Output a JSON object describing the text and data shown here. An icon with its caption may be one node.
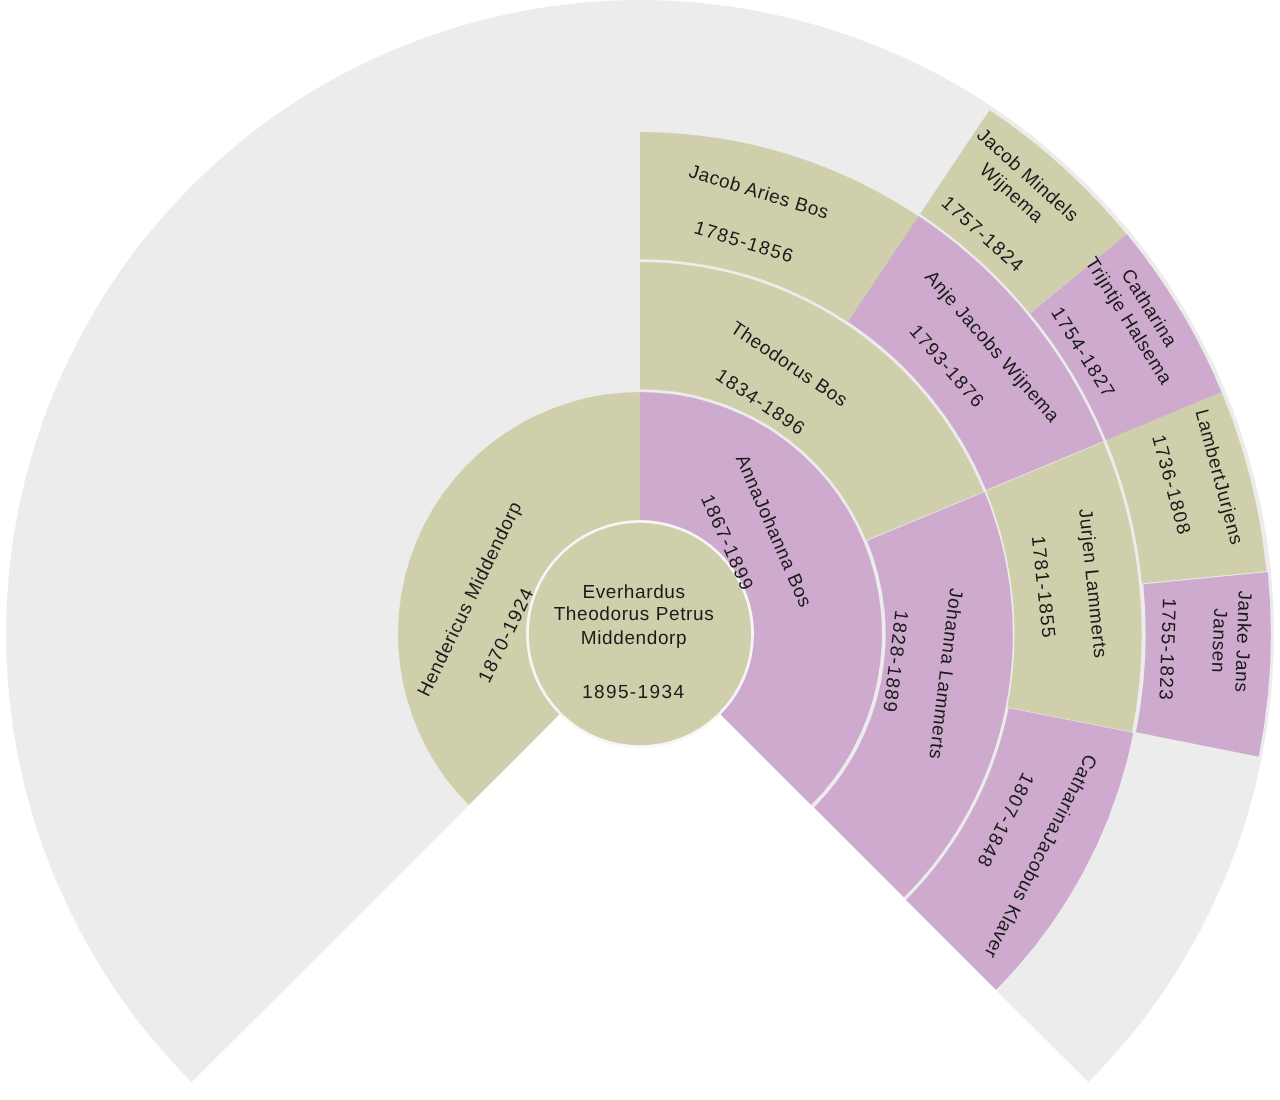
{
  "diagram": {
    "nodes": [
      {
        "text": [
          "Everhardus Theodorus Petrus Middendorp",
          "1895-1934"
        ]
      },
      {
        "text": [
          "Hendericus Middendorp",
          "1870-1924"
        ]
      },
      {
        "text": [
          "AnnaJohanna Bos",
          "1867-1899"
        ]
      },
      {
        "text": [
          "Theodorus Bos",
          "1834-1896"
        ]
      },
      {
        "text": [
          "Johanna Lammerts",
          "1828-1889"
        ]
      },
      {
        "text": [
          "Jacob Aries Bos",
          "1785-1856"
        ]
      },
      {
        "text": [
          "Anje Jacobs Wijnema",
          "1793-1876"
        ]
      },
      {
        "text": [
          "Jurjen Lammerts",
          "1781-1855"
        ]
      },
      {
        "text": [
          "CatharinaJacobus Klaver",
          "1807-1848"
        ]
      },
      {
        "text": [
          "Jacob Mindels Wijnema",
          "1757-1824"
        ]
      },
      {
        "text": [
          "Catharina Trijntje Halsema",
          "1754-1827"
        ]
      },
      {
        "text": [
          "LambertJurjens",
          "1736-1808"
        ]
      },
      {
        "text": [
          "Janke Jans Jansen",
          "1755-1823"
        ]
      }
    ]
  }
}
